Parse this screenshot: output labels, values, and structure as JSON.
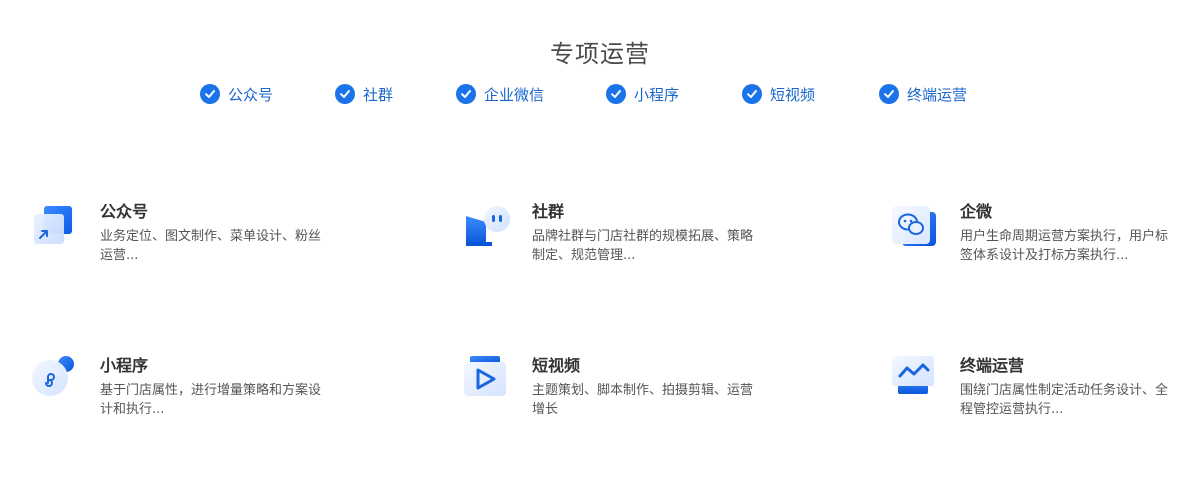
{
  "header": {
    "title": "专项运营"
  },
  "tags": [
    {
      "label": "公众号"
    },
    {
      "label": "社群"
    },
    {
      "label": "企业微信"
    },
    {
      "label": "小程序"
    },
    {
      "label": "短视频"
    },
    {
      "label": "终端运营"
    }
  ],
  "cards": [
    {
      "title": "公众号",
      "desc": "业务定位、图文制作、菜单设计、粉丝运营...",
      "icon": "official-account-icon"
    },
    {
      "title": "社群",
      "desc": "品牌社群与门店社群的规模拓展、策略制定、规范管理...",
      "icon": "community-chat-icon"
    },
    {
      "title": "企微",
      "desc": "用户生命周期运营方案执行，用户标签体系设计及打标方案执行...",
      "icon": "wecom-icon"
    },
    {
      "title": "小程序",
      "desc": "基于门店属性，进行增量策略和方案设计和执行...",
      "icon": "mini-program-icon"
    },
    {
      "title": "短视频",
      "desc": "主题策划、脚本制作、拍摄剪辑、运营增长",
      "icon": "short-video-icon"
    },
    {
      "title": "终端运营",
      "desc": "围绕门店属性制定活动任务设计、全程管控运营执行...",
      "icon": "terminal-trend-icon"
    }
  ],
  "colors": {
    "accent": "#1a73e8",
    "tag_text": "#1a66cc",
    "title_text": "#4a4a4a"
  }
}
